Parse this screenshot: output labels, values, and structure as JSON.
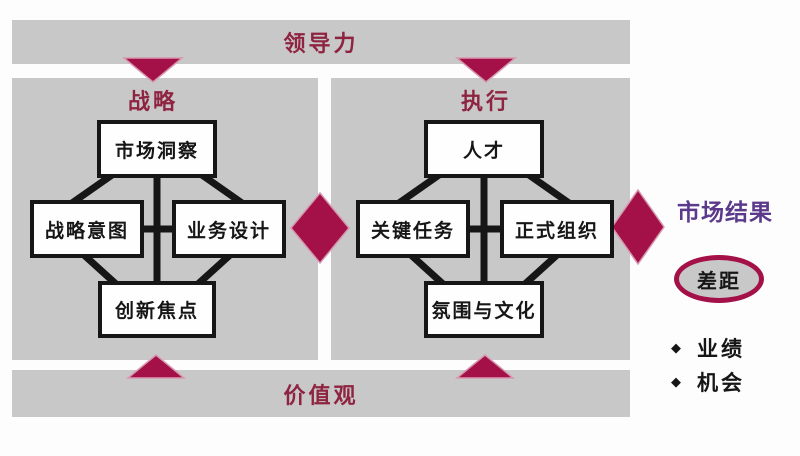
{
  "colors": {
    "panel_gray": "#c8c8c8",
    "crimson": "#a31148",
    "header_red": "#8f2441",
    "purple": "#5b3a8c",
    "ink": "#161616"
  },
  "top_bar": {
    "label": "领导力"
  },
  "panels": {
    "strategy": {
      "title": "战略",
      "boxes": {
        "top": "市场洞察",
        "left": "战略意图",
        "right": "业务设计",
        "bottom": "创新焦点"
      }
    },
    "execution": {
      "title": "执行",
      "boxes": {
        "top": "人才",
        "left": "关键任务",
        "right": "正式组织",
        "bottom": "氛围与文化"
      }
    }
  },
  "bottom_bar": {
    "label": "价值观"
  },
  "results": {
    "title": "市场结果",
    "gap_label": "差距",
    "bullet_glyph": "◆",
    "bullets": [
      "业绩",
      "机会"
    ]
  }
}
